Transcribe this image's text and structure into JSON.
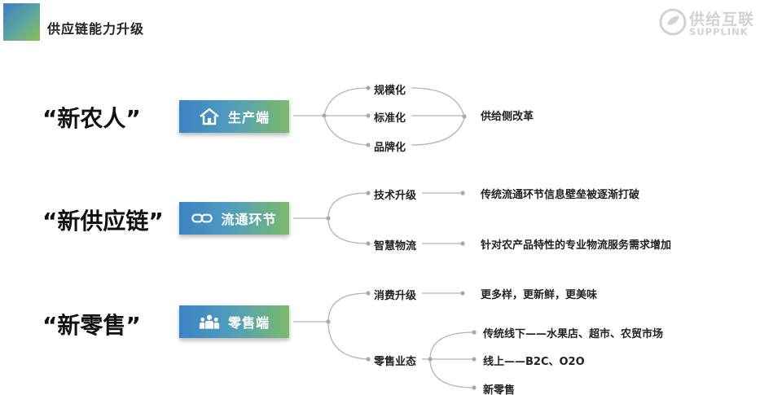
{
  "header": {
    "title": "供应链能力升级"
  },
  "logo": {
    "cn": "供给互联",
    "en": "SUPPLINK"
  },
  "rows": [
    {
      "label": "“新农人”",
      "button": {
        "icon": "home-icon",
        "text": "生产端"
      },
      "branches": [
        "规模化",
        "标准化",
        "品牌化"
      ],
      "result": "供给侧改革"
    },
    {
      "label": "“新供应链”",
      "button": {
        "icon": "link-icon",
        "text": "流通环节"
      },
      "branches": [
        {
          "name": "技术升级",
          "result": "传统流通环节信息壁垒被逐渐打破"
        },
        {
          "name": "智慧物流",
          "result": "针对农产品特性的专业物流服务需求增加"
        }
      ]
    },
    {
      "label": "“新零售”",
      "button": {
        "icon": "people-icon",
        "text": "零售端"
      },
      "branches": [
        {
          "name": "消费升级",
          "result": "更多样，更新鲜，更美味"
        },
        {
          "name": "零售业态",
          "results": [
            "传统线下——水果店、超市、农贸市场",
            "线上——B2C、O2O",
            "新零售"
          ]
        }
      ]
    }
  ],
  "colors": {
    "line": "#b4b4b4",
    "dot": "#a9a9a9",
    "button_start": "#3c82c4",
    "button_end": "#7cba6c"
  }
}
